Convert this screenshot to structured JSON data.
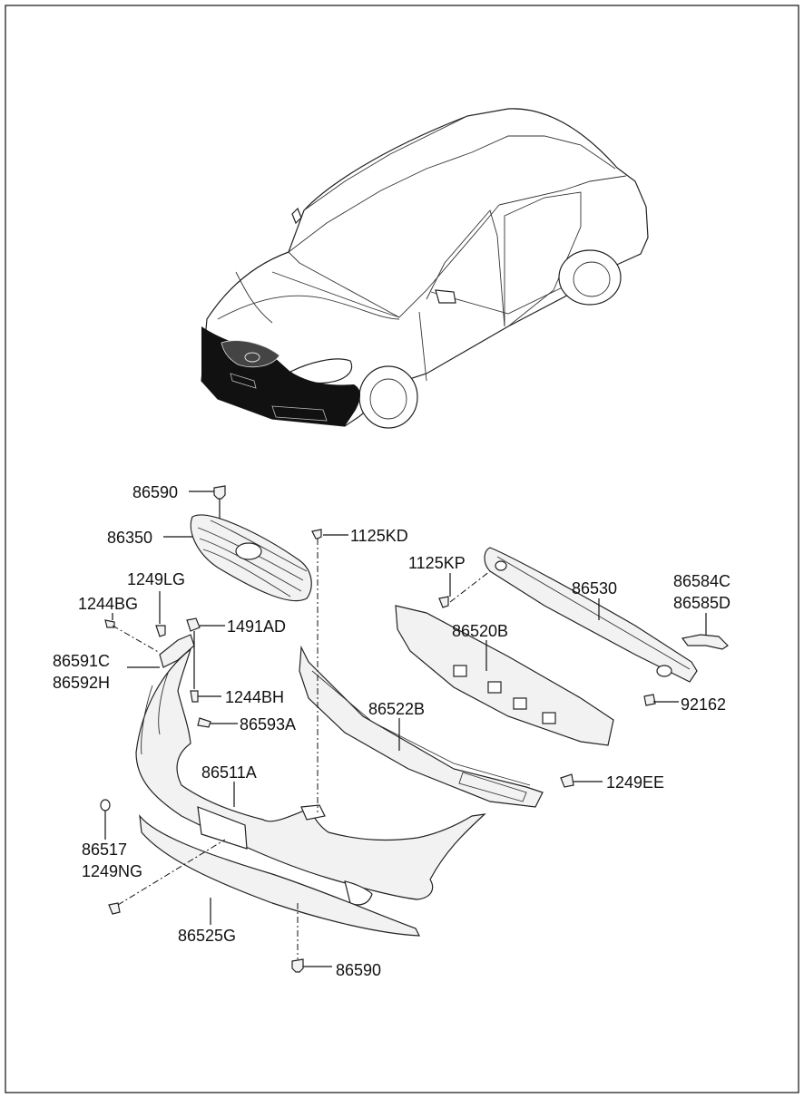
{
  "diagram": {
    "part_labels": [
      {
        "id": "p86590_top",
        "text": "86590"
      },
      {
        "id": "p86350",
        "text": "86350"
      },
      {
        "id": "p1125KD",
        "text": "1125KD"
      },
      {
        "id": "p1125KP",
        "text": "1125KP"
      },
      {
        "id": "p86530",
        "text": "86530"
      },
      {
        "id": "p86584C",
        "text": "86584C"
      },
      {
        "id": "p86585D",
        "text": "86585D"
      },
      {
        "id": "p1249LG",
        "text": "1249LG"
      },
      {
        "id": "p1244BG",
        "text": "1244BG"
      },
      {
        "id": "p1491AD",
        "text": "1491AD"
      },
      {
        "id": "p86520B",
        "text": "86520B"
      },
      {
        "id": "p86591C",
        "text": "86591C"
      },
      {
        "id": "p86592H",
        "text": "86592H"
      },
      {
        "id": "p1244BH",
        "text": "1244BH"
      },
      {
        "id": "p92162",
        "text": "92162"
      },
      {
        "id": "p86593A",
        "text": "86593A"
      },
      {
        "id": "p86522B",
        "text": "86522B"
      },
      {
        "id": "p86511A",
        "text": "86511A"
      },
      {
        "id": "p1249EE",
        "text": "1249EE"
      },
      {
        "id": "p86517",
        "text": "86517"
      },
      {
        "id": "p1249NG",
        "text": "1249NG"
      },
      {
        "id": "p86525G",
        "text": "86525G"
      },
      {
        "id": "p86590_bot",
        "text": "86590"
      }
    ]
  }
}
